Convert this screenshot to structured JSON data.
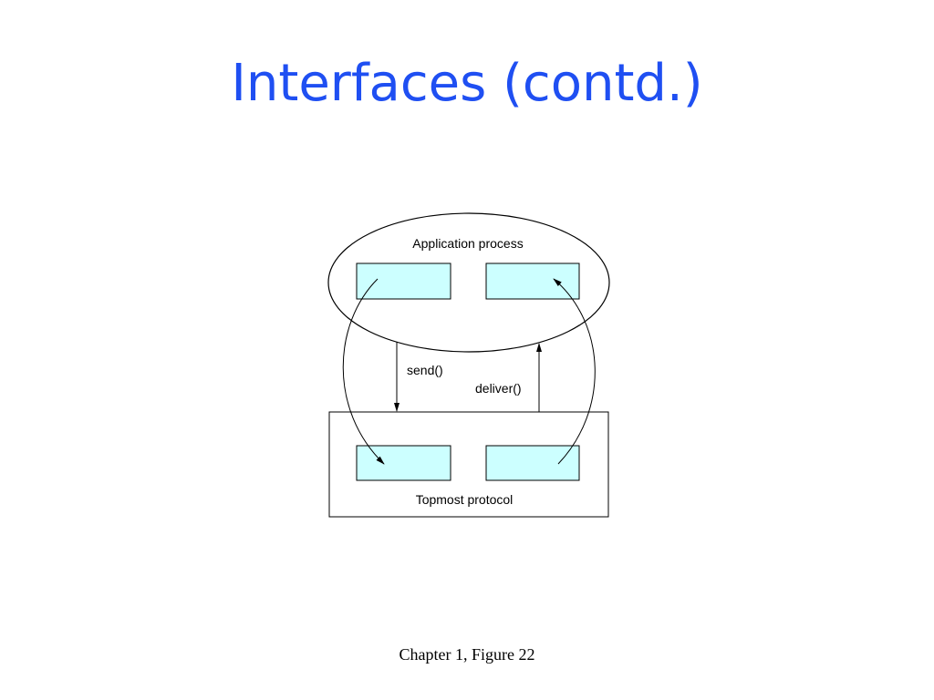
{
  "slide": {
    "title": "Interfaces (contd.)",
    "caption": "Chapter 1, Figure 22"
  },
  "diagram": {
    "application_label": "Application process",
    "protocol_label": "Topmost protocol",
    "send_label": "send()",
    "deliver_label": "deliver()",
    "box_fill_color": "#ccffff"
  }
}
